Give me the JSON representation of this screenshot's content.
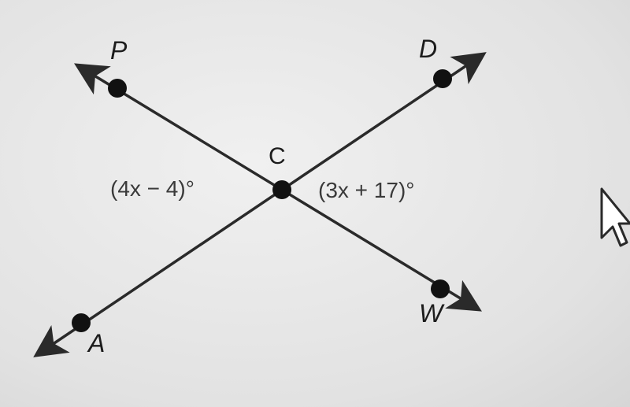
{
  "points": {
    "P": "P",
    "D": "D",
    "C": "C",
    "A": "A",
    "W": "W"
  },
  "angles": {
    "left": "(4x − 4)°",
    "right": "(3x + 17)°"
  },
  "colors": {
    "line": "#2a2a2a",
    "point": "#111111",
    "background": "#e4e4e4"
  },
  "icons": {
    "cursor": "mouse-pointer-icon"
  }
}
